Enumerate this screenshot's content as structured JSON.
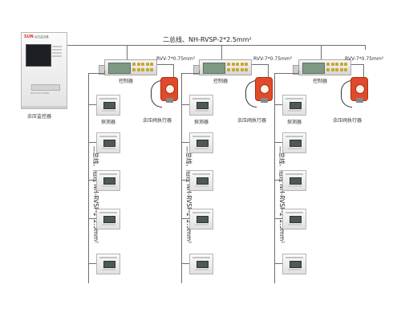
{
  "bus_label": "二总线、NH-RVSP-2*2.5mm²",
  "main_unit": {
    "logo": "SUN",
    "header_text": "余压监控器",
    "plate_text": "RCS-YW-4H/800",
    "caption": "余压监控器"
  },
  "groups": [
    {
      "controller_label": "控制器",
      "actuator_cable": "RVV-7*0.75mm²",
      "actuator_label": "余压阀执行器",
      "detector_label": "探测器",
      "vertical_bus_label": "二总线、阻线 NH-RVSP-2*2.5mm²"
    },
    {
      "controller_label": "控制器",
      "actuator_cable": "RVV-7*0.75mm²",
      "actuator_label": "余压阀执行器",
      "detector_label": "探测器",
      "vertical_bus_label": "二总线、阻线 NH-RVSP-2*2.5mm²"
    },
    {
      "controller_label": "控制器",
      "actuator_cable": "RVV-7*0.75mm²",
      "actuator_label": "余压阀执行器",
      "detector_label": "探测器",
      "vertical_bus_label": "二总线、阻线 NH-RVSP-2*2.5mm²"
    }
  ],
  "colors": {
    "wire": "#6f6f6f",
    "actuator": "#e04a2a",
    "controller_keys": "#c8a826",
    "controller_screen": "#7f9a84"
  }
}
